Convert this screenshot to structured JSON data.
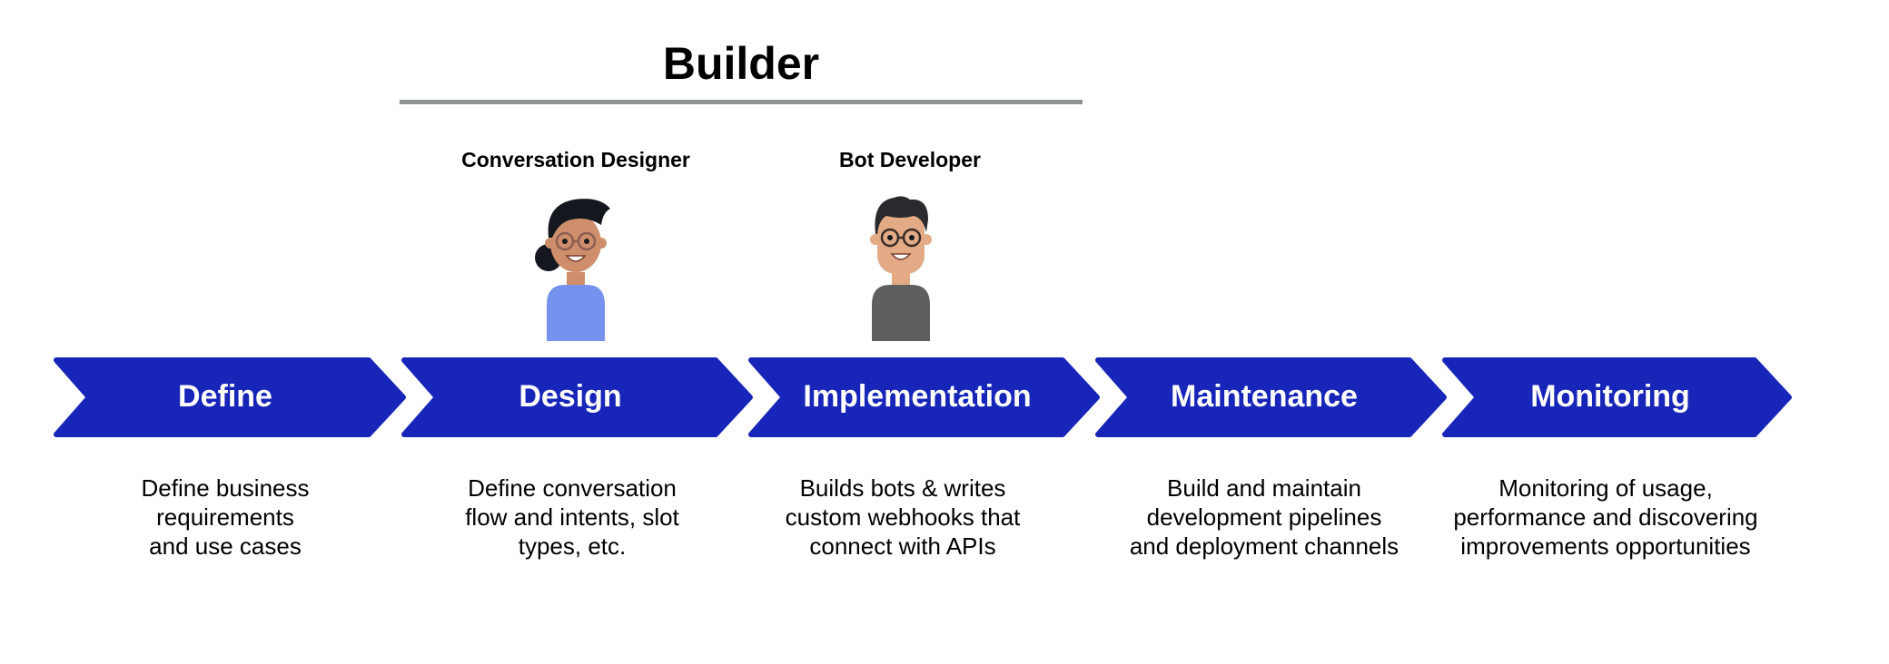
{
  "header": {
    "title": "Builder"
  },
  "roles": [
    {
      "label": "Conversation Designer",
      "icon": "conversation-designer-avatar-icon"
    },
    {
      "label": "Bot Developer",
      "icon": "bot-developer-avatar-icon"
    }
  ],
  "stages": [
    {
      "label": "Define",
      "description": [
        "Define business",
        "requirements",
        "and use cases"
      ]
    },
    {
      "label": "Design",
      "description": [
        "Define conversation",
        "flow and intents, slot",
        "types, etc."
      ]
    },
    {
      "label": "Implementation",
      "description": [
        "Builds bots & writes",
        "custom webhooks that",
        "connect with APIs"
      ]
    },
    {
      "label": "Maintenance",
      "description": [
        "Build and maintain",
        "development pipelines",
        "and deployment channels"
      ]
    },
    {
      "label": "Monitoring",
      "description": [
        "Monitoring of usage,",
        "performance and discovering",
        "improvements opportunities"
      ]
    }
  ],
  "colors": {
    "chevron_fill": "#1726b8",
    "builder_line": "#8f9394",
    "shirt_designer": "#7592ef",
    "shirt_developer": "#5f5f5f",
    "skin": "#e2ab86",
    "skin_designer": "#cf8e6b",
    "hair": "#14171d"
  }
}
